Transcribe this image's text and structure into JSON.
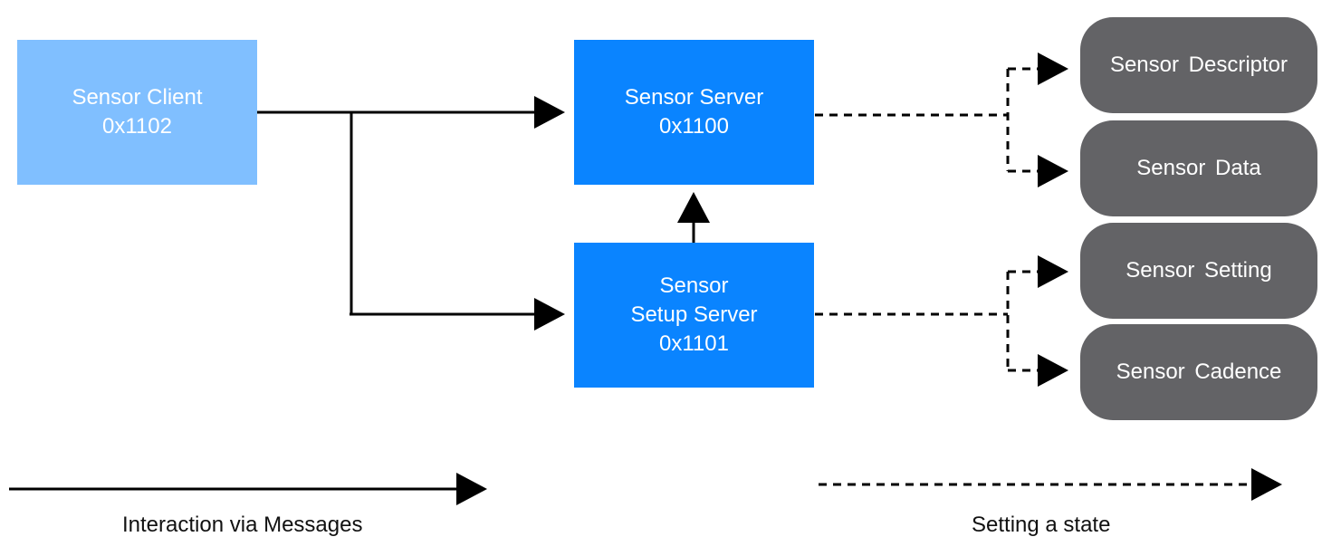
{
  "colors": {
    "client": "#80bfff",
    "server": "#0a84ff",
    "state": "#636366",
    "line": "#000000"
  },
  "client": {
    "name": "Sensor Client",
    "id": "0x1102"
  },
  "server": {
    "name": "Sensor Server",
    "id": "0x1100"
  },
  "setup_server": {
    "name_line1": "Sensor",
    "name_line2": "Setup Server",
    "id": "0x1101"
  },
  "states": [
    {
      "label": "Sensor Descriptor"
    },
    {
      "label": "Sensor Data"
    },
    {
      "label": "Sensor Setting"
    },
    {
      "label": "Sensor Cadence"
    }
  ],
  "legend": {
    "solid": "Interaction via Messages",
    "dashed": "Setting a state"
  }
}
